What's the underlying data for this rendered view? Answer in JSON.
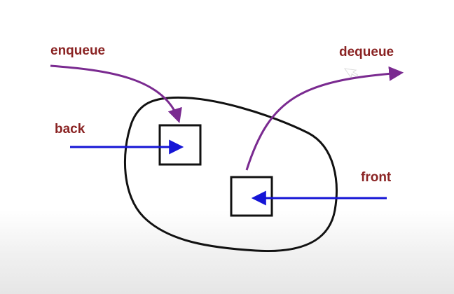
{
  "diagram": {
    "labels": {
      "enqueue": "enqueue",
      "dequeue": "dequeue",
      "back": "back",
      "front": "front"
    },
    "colors": {
      "label": "#8a2323",
      "operation_arrow": "#7a2a90",
      "pointer_arrow": "#1515d6",
      "outline": "#111111"
    },
    "icons": {
      "cursor": "arrow-cursor-icon"
    }
  }
}
